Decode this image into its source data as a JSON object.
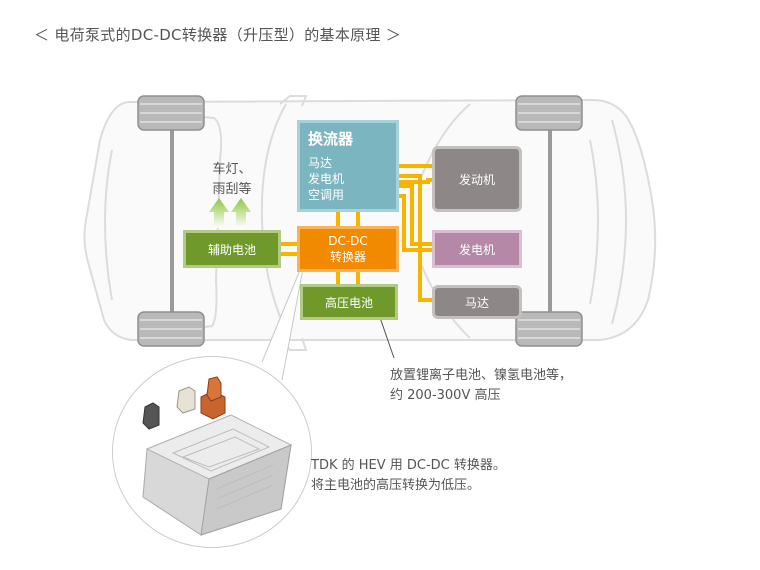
{
  "title": "＜ 电荷泵式的DC-DC转换器（升压型）的基本原理 ＞",
  "blocks": {
    "inverter": {
      "heading": "换流器",
      "lines": [
        "马达",
        "发电机",
        "空调用"
      ]
    },
    "dcdc": {
      "lines": [
        "DC-DC",
        "转换器"
      ]
    },
    "aux_battery": "辅助电池",
    "hv_battery": "高压电池",
    "engine": "发动机",
    "generator": "发电机",
    "motor": "马达"
  },
  "loads_label": [
    "车灯、",
    "雨刮等"
  ],
  "battery_note": [
    "放置锂离子电池、镍氢电池等，",
    "约 200-300V 高压"
  ],
  "product_note": [
    "TDK 的 HEV 用 DC-DC 转换器。",
    "将主电池的高压转换为低压。"
  ],
  "colors": {
    "power_line": "#f6b400",
    "inverter": "#7bb5c0",
    "dcdc": "#f28a00",
    "battery": "#6f9a2b",
    "engine": "#8e8787",
    "generator": "#b488a6",
    "arrow": "#8dc63f"
  }
}
